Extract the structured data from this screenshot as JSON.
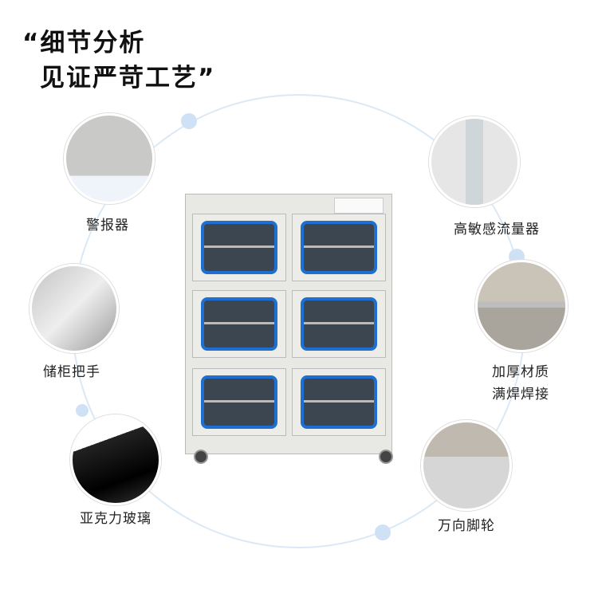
{
  "title": {
    "line1": "“细节分析",
    "line2": "见证严苛工艺”"
  },
  "features": [
    {
      "label": "警报器"
    },
    {
      "label": "高敏感流量器"
    },
    {
      "label": "储柜把手"
    },
    {
      "label": "加厚材质",
      "label2": "满焊焊接"
    },
    {
      "label": "亚克力玻璃"
    },
    {
      "label": "万向脚轮"
    }
  ],
  "colors": {
    "ring": "#dbe9f6",
    "dot": "#cfe2f5",
    "window_frame": "#1f6fd0"
  }
}
